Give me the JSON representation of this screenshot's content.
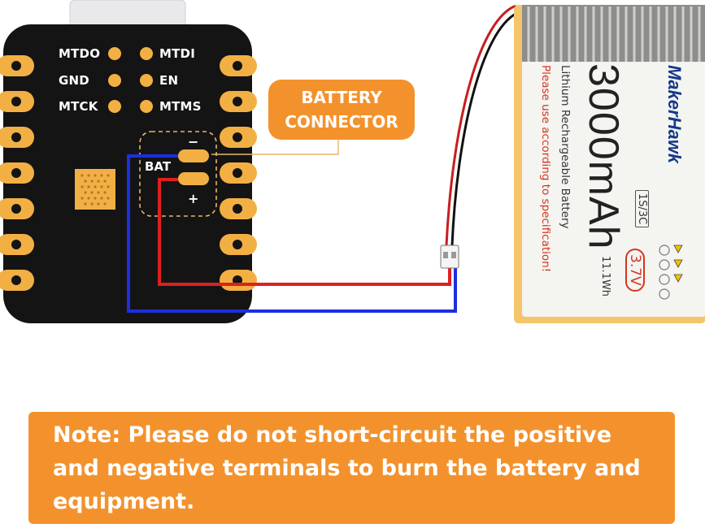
{
  "board": {
    "pins_left": [
      "MTDO",
      "GND",
      "MTCK"
    ],
    "pins_right": [
      "MTDI",
      "EN",
      "MTMS"
    ],
    "bat_label": "BAT",
    "minus_sign": "−",
    "plus_sign": "+"
  },
  "callout": {
    "line1": "BATTERY",
    "line2": "CONNECTOR"
  },
  "battery": {
    "brand": "MakerHawk",
    "capacity": "3000mAh",
    "chemistry": "Lithium Rechargeable Battery",
    "warning": "Please use according to specification!",
    "config": "1S/3C",
    "voltage": "3.7V",
    "energy": "11.1Wh"
  },
  "note": "Note: Please do not short-circuit the positive and negative terminals to burn the battery and equipment.",
  "colors": {
    "accent_orange": "#f3922d",
    "board_black": "#141414",
    "pad_gold": "#f2b044",
    "wire_red": "#e01f1f",
    "wire_blue": "#1c2fe0",
    "brand_blue": "#15388a",
    "warning_red": "#d4351f"
  }
}
